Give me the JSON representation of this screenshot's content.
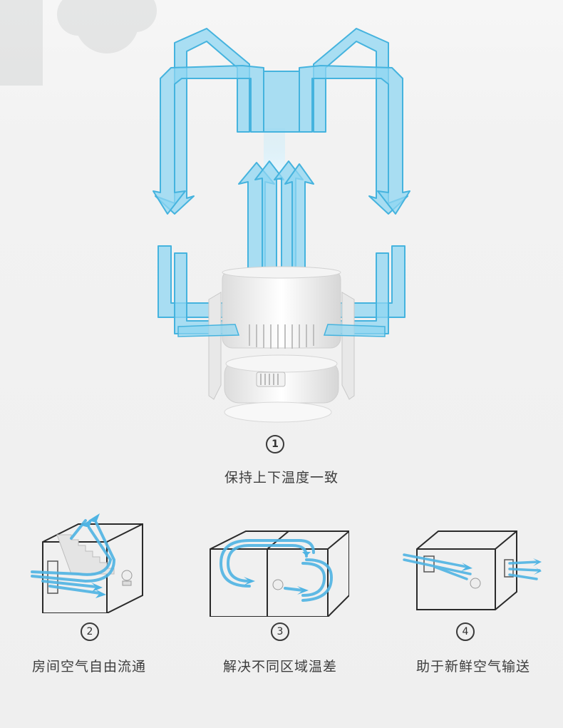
{
  "main": {
    "step_number": "1",
    "caption": "保持上下温度一致"
  },
  "steps": [
    {
      "number": "2",
      "caption": "房间空气自由流通"
    },
    {
      "number": "3",
      "caption": "解决不同区域温差"
    },
    {
      "number": "4",
      "caption": "助于新鲜空气输送"
    }
  ],
  "colors": {
    "airflow": "#7fd0ef",
    "airflow_edge": "#38a8d8",
    "outline": "#2a2a2a",
    "text": "#3d3d3d"
  }
}
